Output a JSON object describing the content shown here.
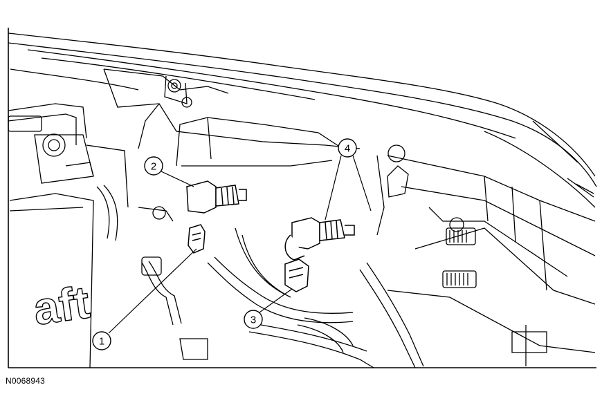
{
  "illustration": {
    "figure_id": "N0068943",
    "badge_text": "aft",
    "callouts": [
      {
        "number": "1"
      },
      {
        "number": "2"
      },
      {
        "number": "3"
      },
      {
        "number": "4"
      }
    ]
  },
  "colors": {
    "line": "#000000",
    "background": "#ffffff"
  }
}
